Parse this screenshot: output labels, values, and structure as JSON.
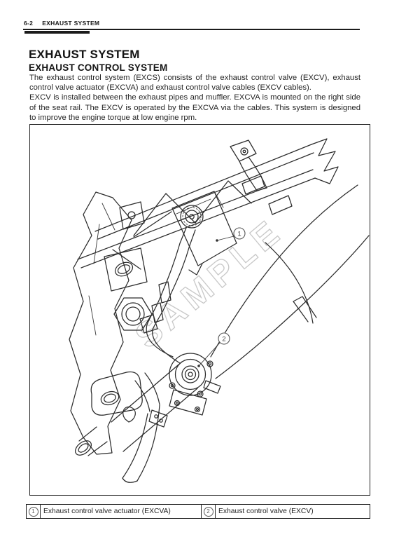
{
  "header": {
    "page_number": "6-2",
    "section": "EXHAUST SYSTEM"
  },
  "title": "EXHAUST SYSTEM",
  "subtitle": "EXHAUST CONTROL SYSTEM",
  "body_paragraphs": [
    "The exhaust control system (EXCS) consists of the exhaust control valve (EXCV), exhaust control valve actuator (EXCVA) and exhaust control valve cables (EXCV cables).",
    "EXCV is installed between the exhaust pipes and muffler. EXCVA is mounted on the right side of the seat rail. The EXCV is operated by the EXCVA via the cables. This system is designed to improve the engine torque at low engine rpm."
  ],
  "figure": {
    "watermark": "SAMPLE",
    "callouts": [
      {
        "number": "1"
      },
      {
        "number": "2"
      }
    ]
  },
  "legend": {
    "items": [
      {
        "number": "1",
        "label": "Exhaust control valve actuator (EXCVA)"
      },
      {
        "number": "2",
        "label": "Exhaust control valve (EXCV)"
      }
    ]
  },
  "colors": {
    "ink": "#1f1f1f",
    "watermark_gray": "#c8c8c8",
    "paper": "#ffffff"
  }
}
